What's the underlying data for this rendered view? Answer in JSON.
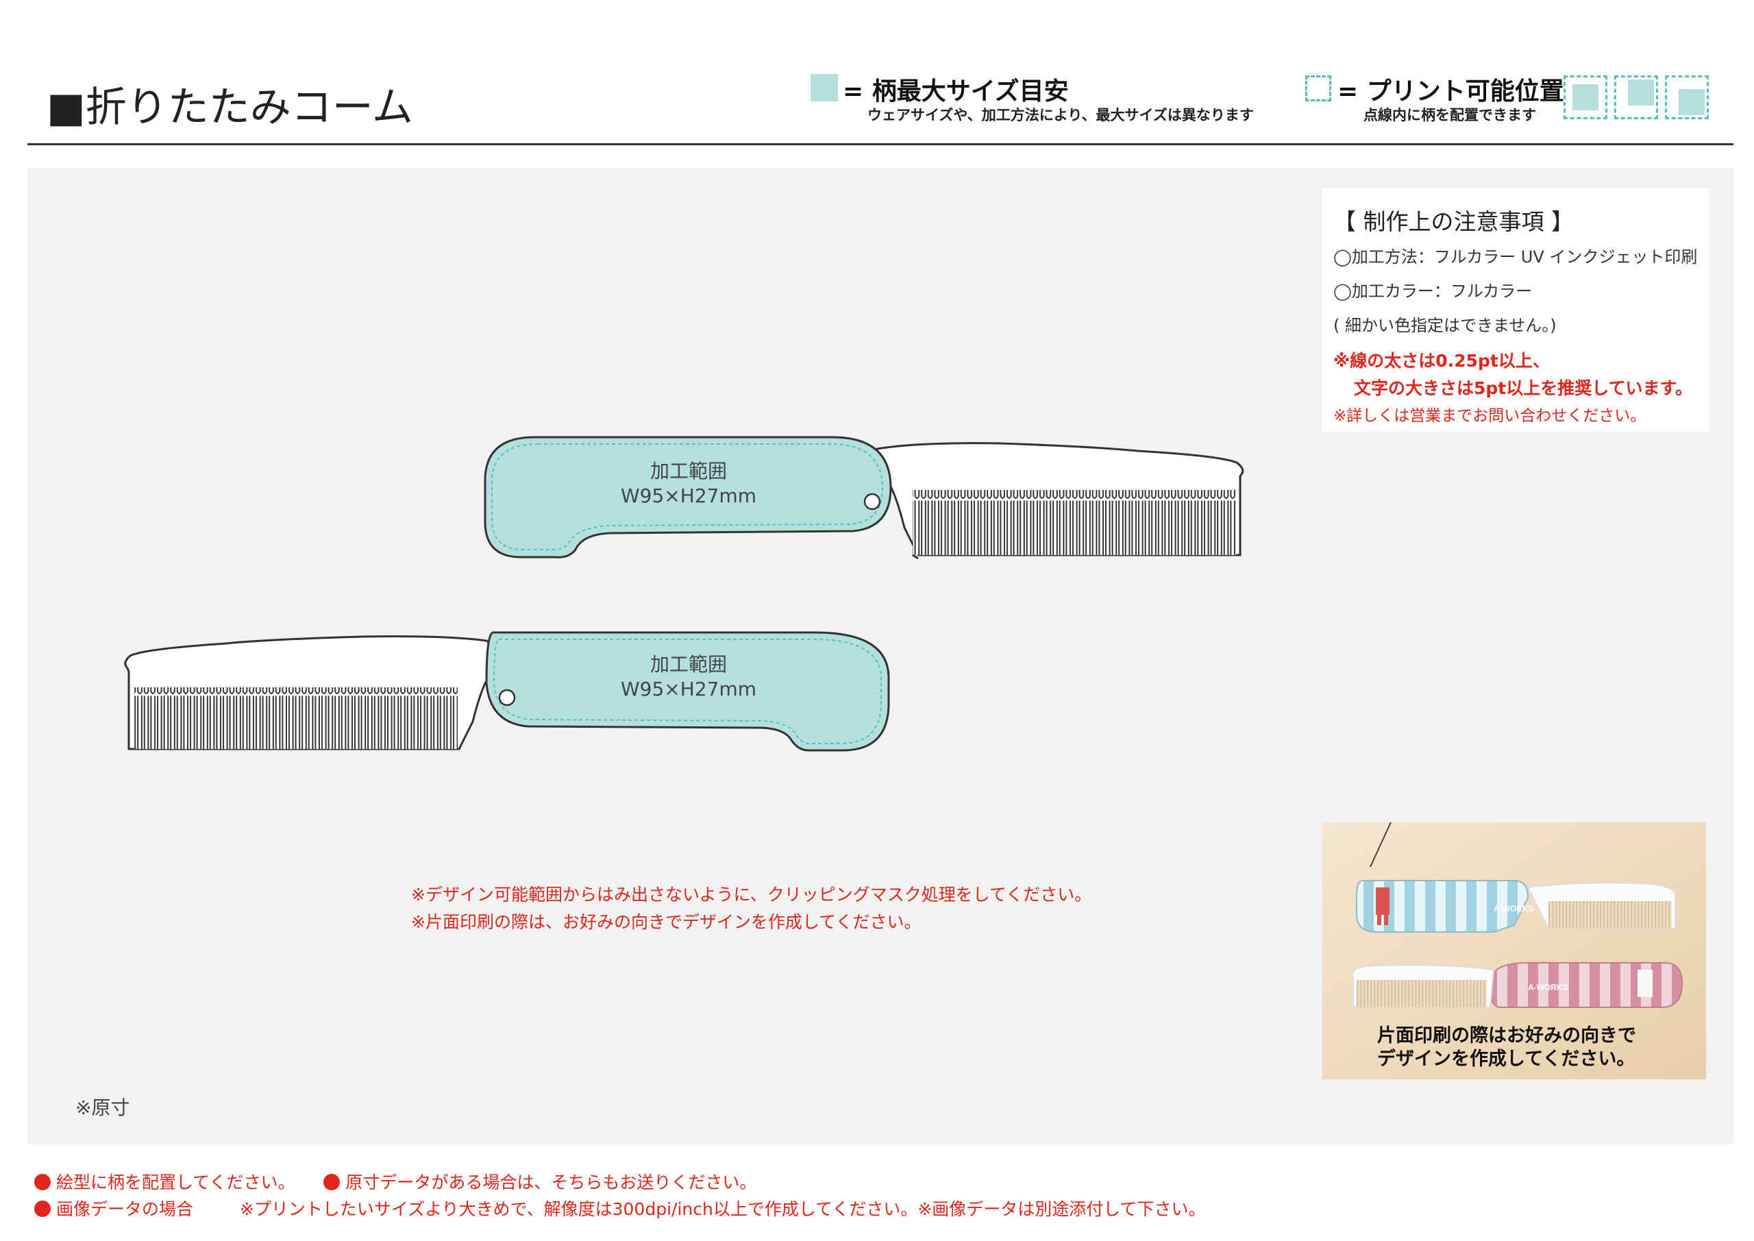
{
  "header": {
    "title": "■折りたたみコーム",
    "legend_max": {
      "title": "= 柄最大サイズ目安",
      "subtitle": "ウェアサイズや、加工方法により、最大サイズは異なります"
    },
    "legend_print": {
      "title": "= プリント可能位置",
      "subtitle": "点線内に柄を配置できます"
    }
  },
  "notes": {
    "heading": "【 制作上の注意事項 】",
    "method": "◯加工方法：フルカラー UV インクジェット印刷",
    "color": "◯加工カラー：フルカラー",
    "color_note": "( 細かい色指定はできません。)",
    "line_rule_1": "※線の太さは0.25pt以上、",
    "line_rule_2": "文字の大きさは5pt以上を推奨しています。",
    "inquiry": "※詳しくは営業までお問い合わせください。"
  },
  "comb_top": {
    "area_label": "加工範囲",
    "size": "W95×H27mm"
  },
  "comb_bottom": {
    "area_label": "加工範囲",
    "size": "W95×H27mm"
  },
  "design_notes": [
    "※デザイン可能範囲からはみ出さないように、クリッピングマスク処理をしてください。",
    "※片面印刷の際は、お好みの向きでデザインを作成してください。"
  ],
  "scale_note": "※原寸",
  "photo": {
    "brand": "A-WORKS",
    "caption_1": "片面印刷の際はお好みの向きで",
    "caption_2": "デザインを作成してください。"
  },
  "footer": {
    "line1_a": "絵型に柄を配置してください。",
    "line1_b": "原寸データがある場合は、そちらもお送りください。",
    "line2_a": "画像データの場合",
    "line2_b": "※プリントしたいサイズより大きめで、解像度は300dpi/inch以上で作成してください。※画像データは別途添付して下さい。"
  },
  "colors": {
    "print_area": "#b4dfdc",
    "dash": "#4fc4be",
    "warning": "#e0251c"
  }
}
